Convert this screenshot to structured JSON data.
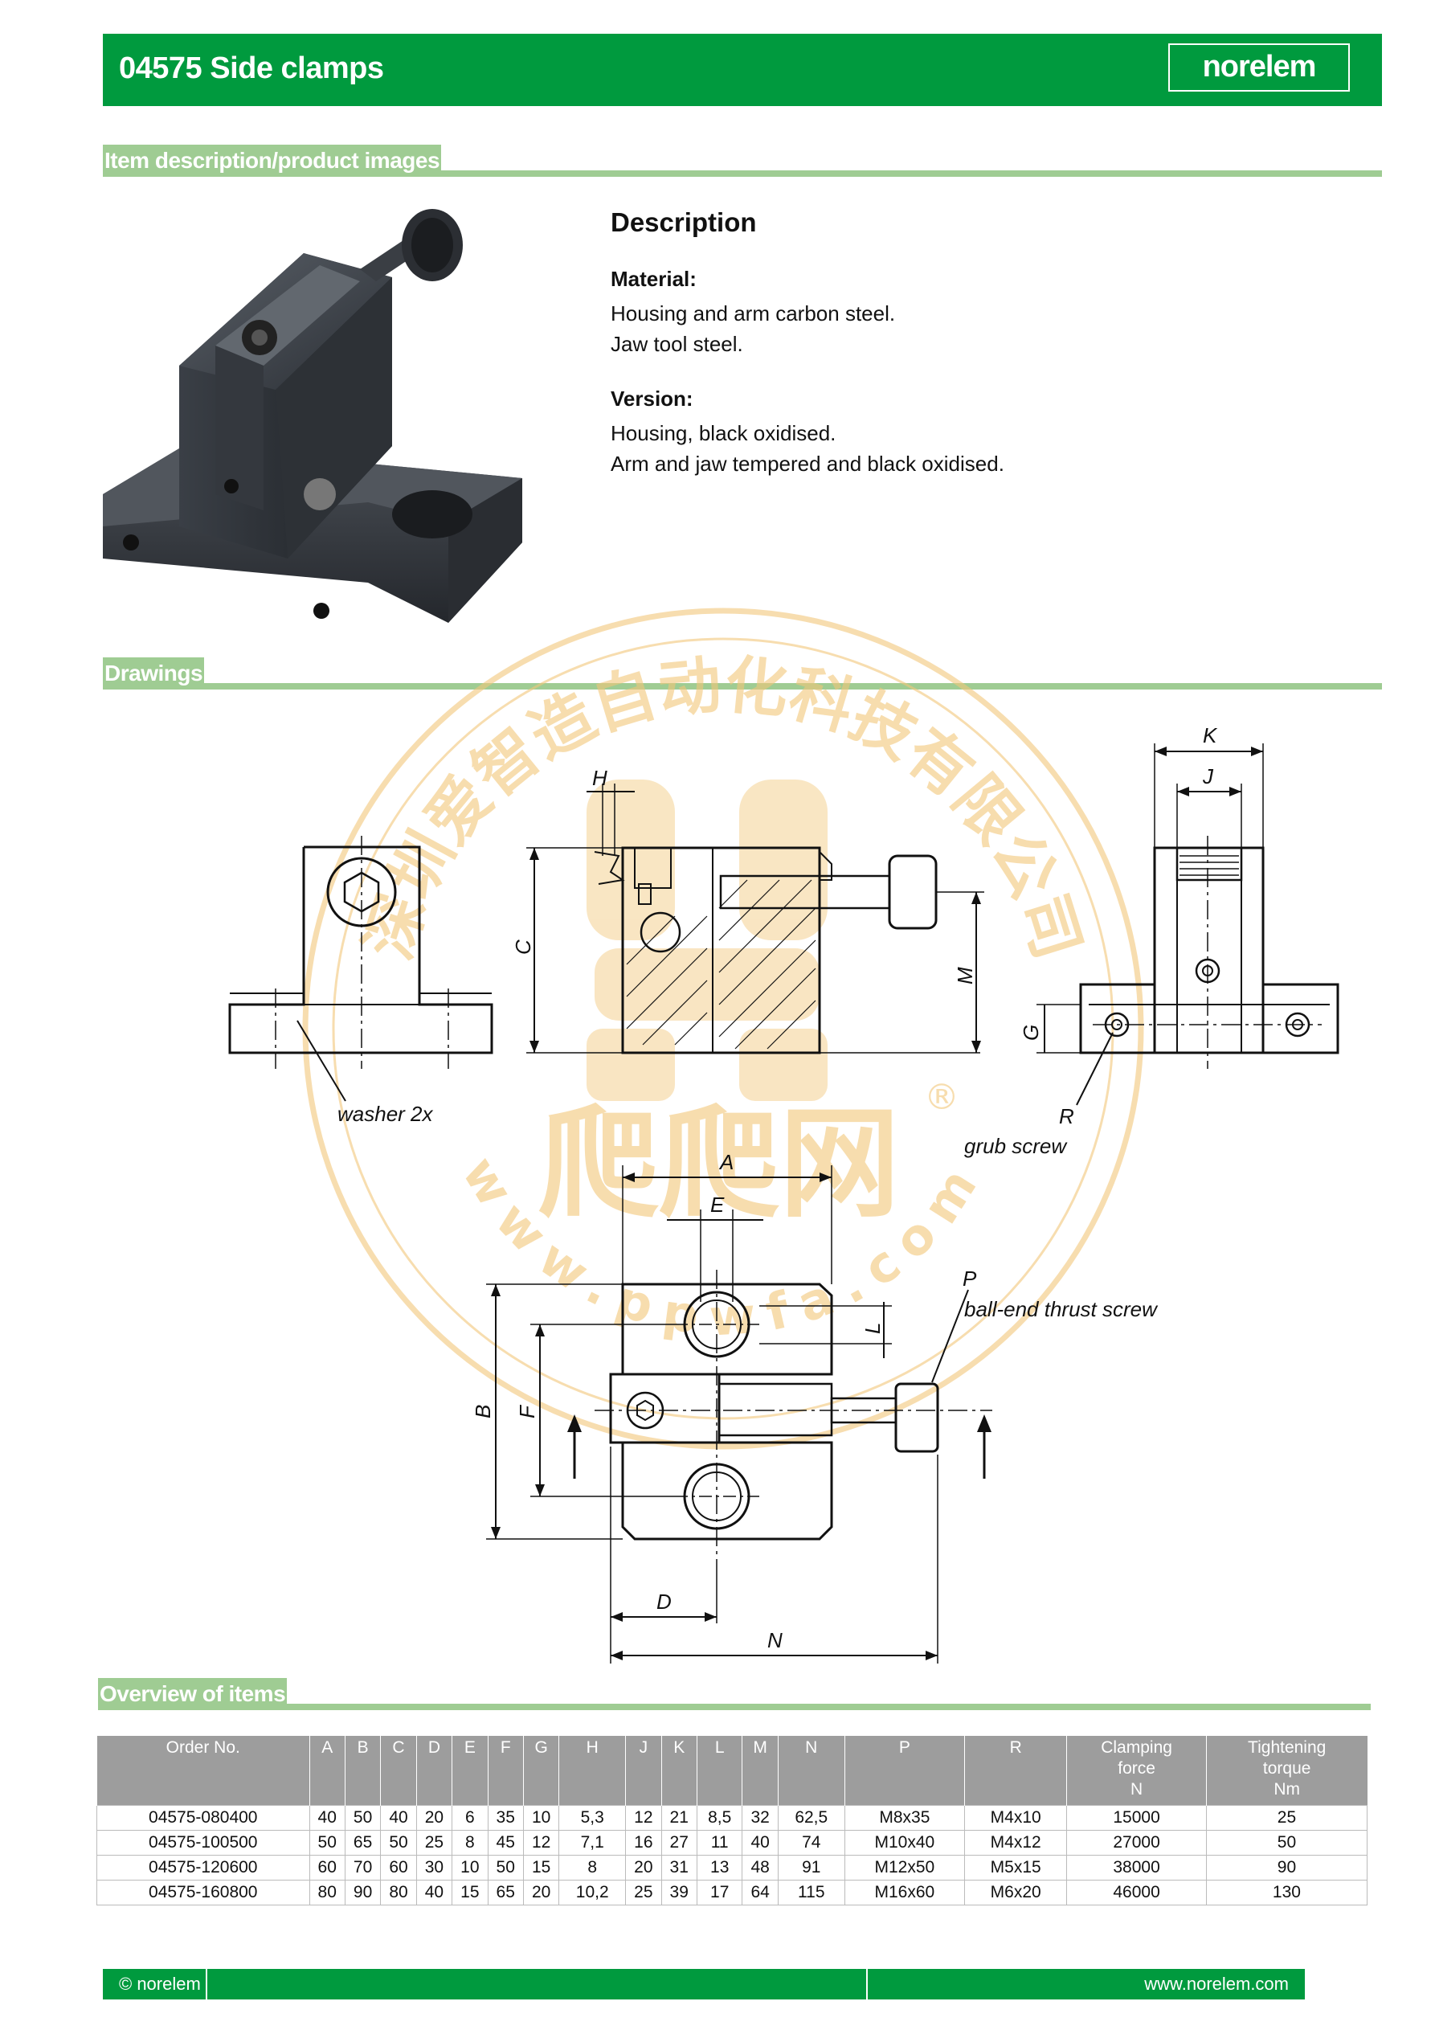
{
  "header": {
    "title": "04575 Side clamps",
    "logo": "norelem"
  },
  "sections": {
    "images": "Item description/product images",
    "drawings": "Drawings",
    "overview": "Overview of items"
  },
  "description": {
    "title": "Description",
    "material_label": "Material:",
    "material_lines": [
      "Housing and arm carbon steel.",
      "Jaw tool steel."
    ],
    "version_label": "Version:",
    "version_lines": [
      "Housing, black oxidised.",
      "Arm and jaw tempered and black oxidised."
    ]
  },
  "drawing_labels": {
    "H": "H",
    "C": "C",
    "M": "M",
    "K": "K",
    "J": "J",
    "G": "G",
    "R": "R",
    "A": "A",
    "E": "E",
    "P": "P",
    "L": "L",
    "B": "B",
    "F": "F",
    "D": "D",
    "N": "N",
    "washer": "washer 2x",
    "grub": "grub screw",
    "ball": "ball-end thrust screw"
  },
  "watermark": {
    "top_text": "深圳爱智造自动化科技有限公司",
    "logo_text": "爬爬网",
    "bottom_text": "www.ppwfa.com",
    "registered": "®"
  },
  "table": {
    "headers": [
      "Order No.",
      "A",
      "B",
      "C",
      "D",
      "E",
      "F",
      "G",
      "H",
      "J",
      "K",
      "L",
      "M",
      "N",
      "P",
      "R",
      "Clamping\nforce\nN",
      "Tightening\ntorque\nNm"
    ],
    "rows": [
      [
        "04575-080400",
        "40",
        "50",
        "40",
        "20",
        "6",
        "35",
        "10",
        "5,3",
        "12",
        "21",
        "8,5",
        "32",
        "62,5",
        "M8x35",
        "M4x10",
        "15000",
        "25"
      ],
      [
        "04575-100500",
        "50",
        "65",
        "50",
        "25",
        "8",
        "45",
        "12",
        "7,1",
        "16",
        "27",
        "11",
        "40",
        "74",
        "M10x40",
        "M4x12",
        "27000",
        "50"
      ],
      [
        "04575-120600",
        "60",
        "70",
        "60",
        "30",
        "10",
        "50",
        "15",
        "8",
        "20",
        "31",
        "13",
        "48",
        "91",
        "M12x50",
        "M5x15",
        "38000",
        "90"
      ],
      [
        "04575-160800",
        "80",
        "90",
        "80",
        "40",
        "15",
        "65",
        "20",
        "10,2",
        "25",
        "39",
        "17",
        "64",
        "115",
        "M16x60",
        "M6x20",
        "46000",
        "130"
      ]
    ]
  },
  "footer": {
    "left": "© norelem",
    "right": "www.norelem.com"
  },
  "colors": {
    "brand_green": "#009a3e",
    "section_green": "#9fcc93",
    "table_header": "#9d9d9d",
    "watermark": "#f2c77a"
  }
}
